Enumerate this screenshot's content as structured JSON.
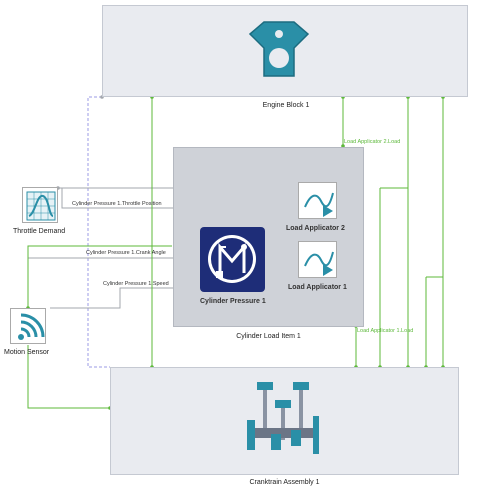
{
  "colors": {
    "wire_green": "#5cb83a",
    "wire_gray": "#a3a7ad",
    "wire_dashed": "#9b9be6",
    "teal": "#2a8fa7",
    "navy": "#1e2d78"
  },
  "blocks": {
    "engine_block": {
      "label": "Engine Block 1",
      "icon": "engine-block-icon"
    },
    "cylinder_load_item": {
      "label": "Cylinder Load Item 1"
    },
    "cranktrain_assembly": {
      "label": "Cranktrain Assembly 1",
      "icon": "crankshaft-icon"
    },
    "throttle_demand": {
      "label": "Throttle Demand",
      "icon": "chart-icon"
    },
    "motion_sensor": {
      "label": "Motion Sensor",
      "icon": "signal-waves-icon"
    },
    "cylinder_pressure": {
      "label": "Cylinder Pressure 1",
      "icon": "state-machine-icon"
    },
    "load_applicator_2": {
      "label": "Load Applicator 2",
      "icon": "curve-play-icon"
    },
    "load_applicator_1": {
      "label": "Load Applicator 1",
      "icon": "curve-play-icon"
    }
  },
  "ports": {
    "throttle_position": "Cylinder Pressure 1.Throttle Position",
    "crank_angle": "Cylinder Pressure 1.Crank Angle",
    "speed": "Cylinder Pressure 1.Speed",
    "load_2_connection": "Load Applicator 2.Load",
    "load_1_connection": "Load Applicator 1.Load"
  }
}
